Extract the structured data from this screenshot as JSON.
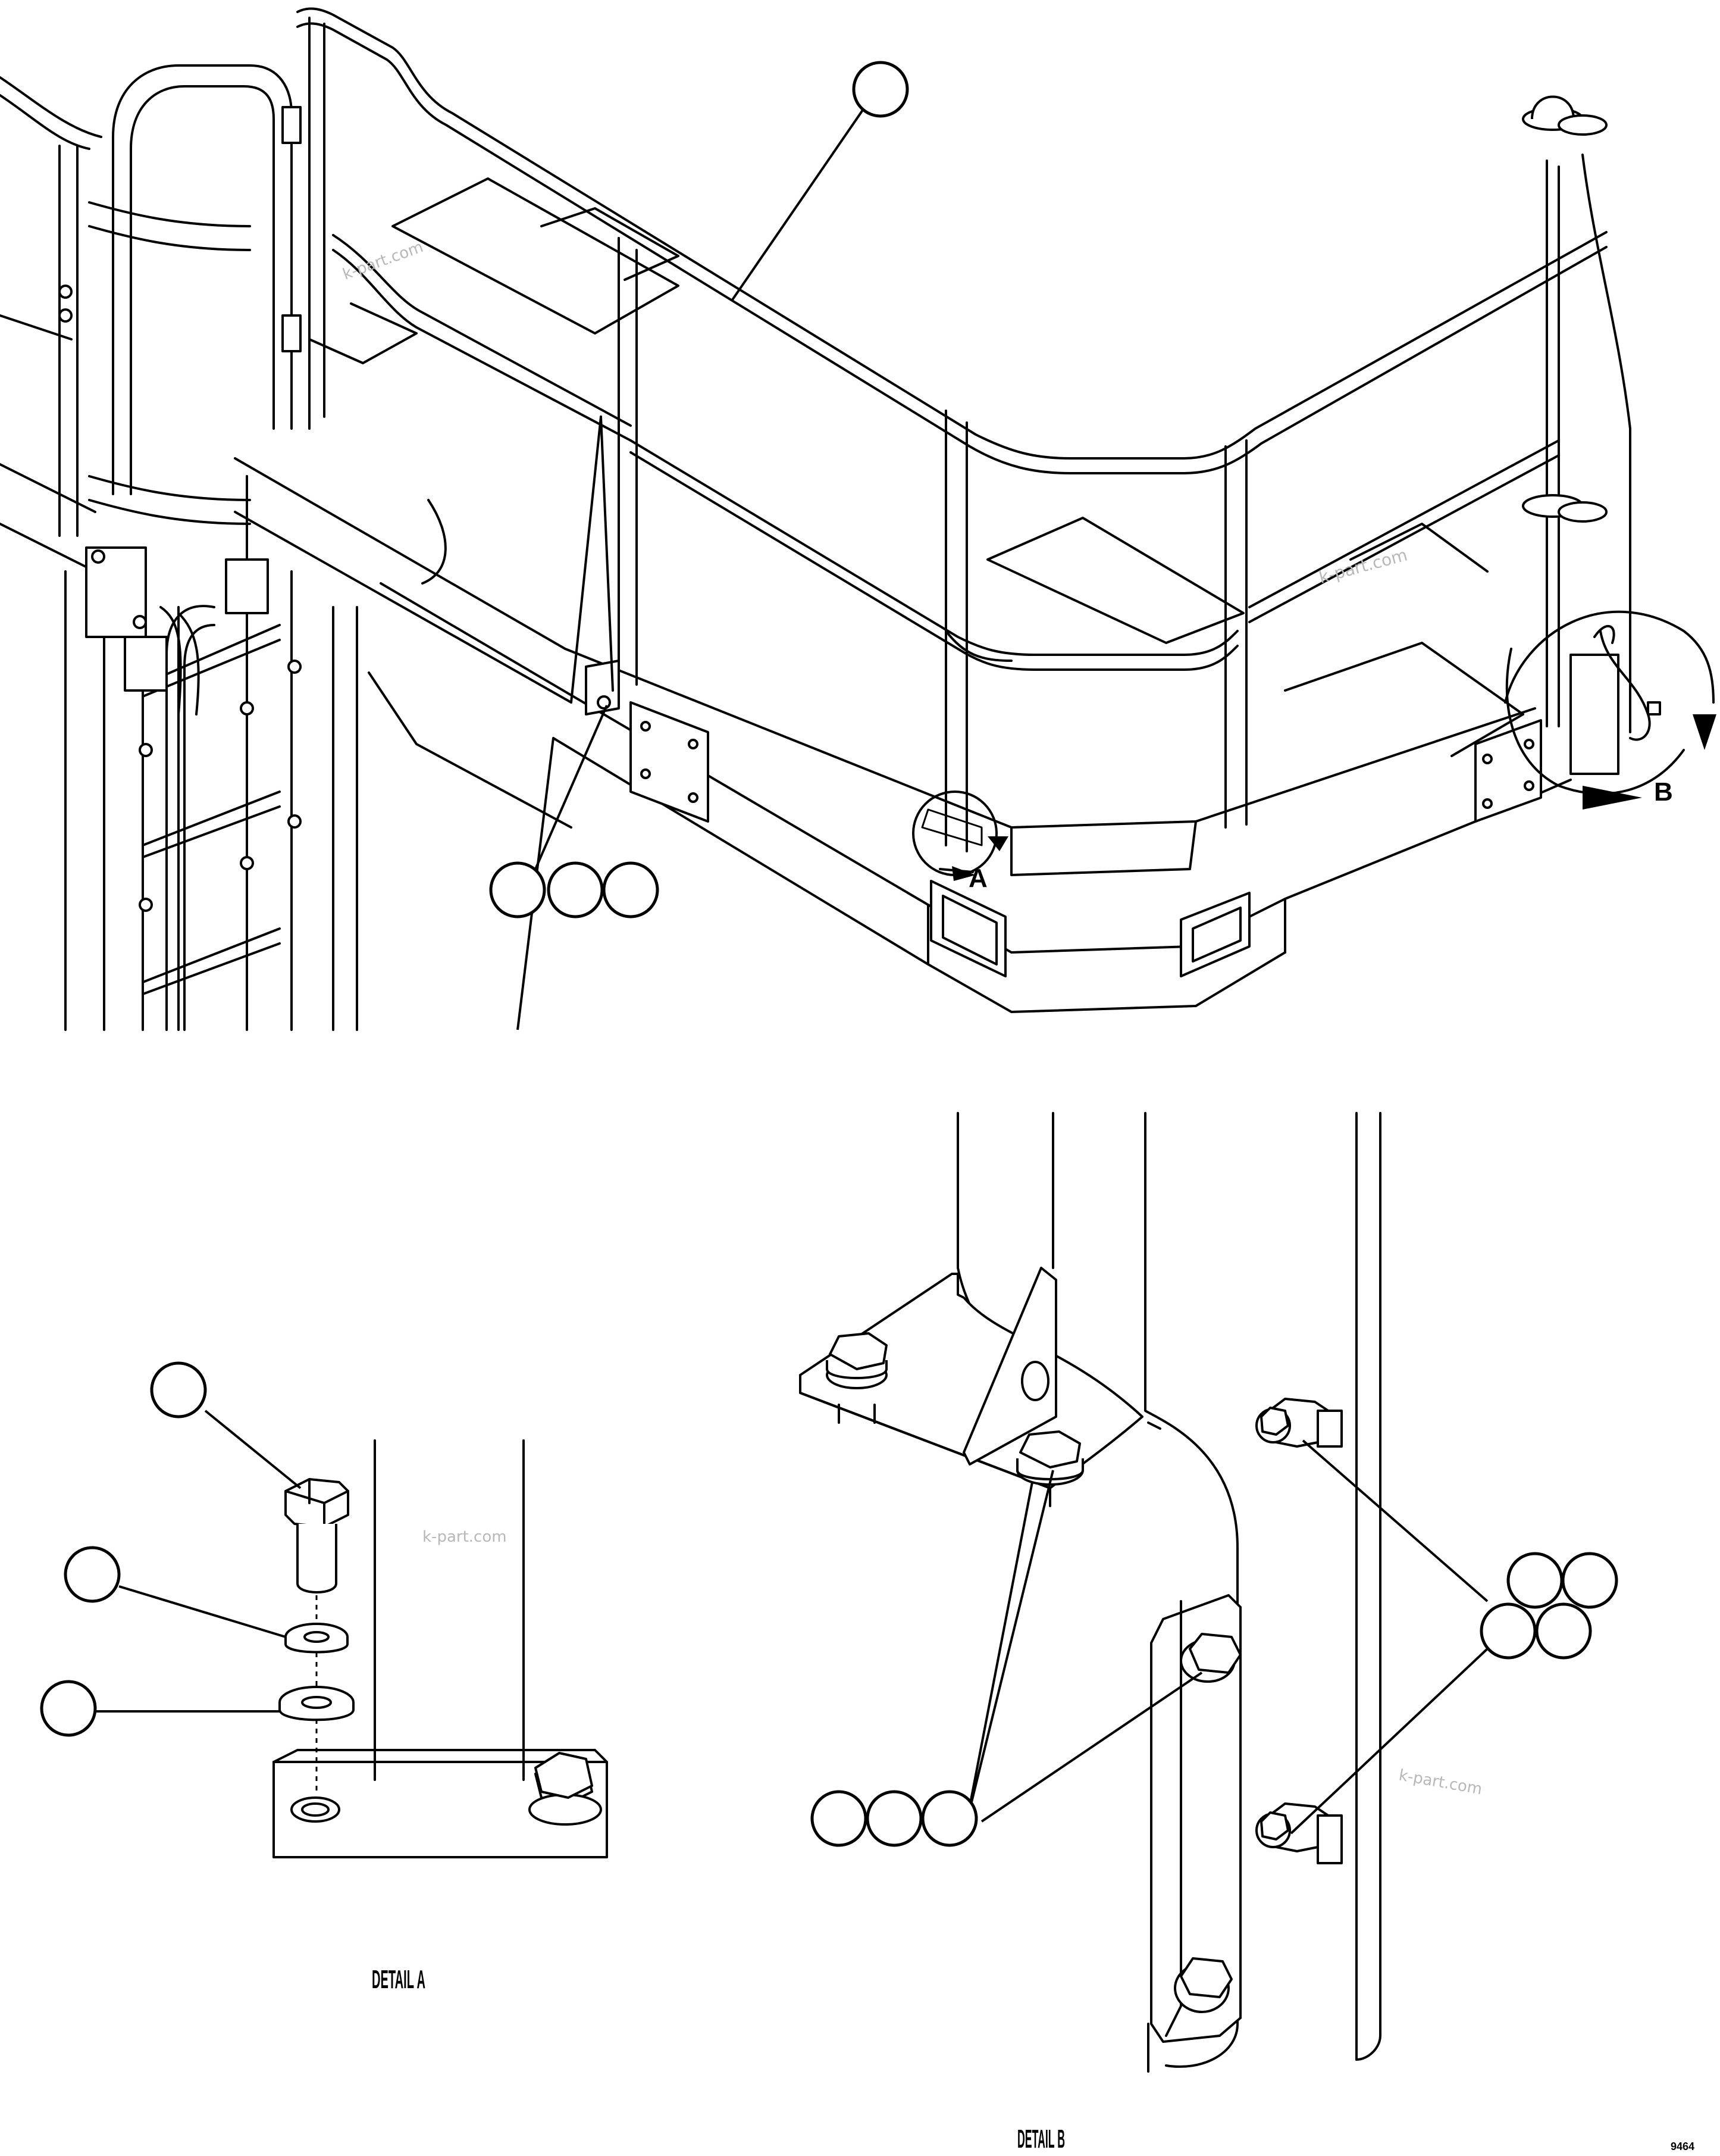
{
  "labels": {
    "detail_a_marker": "A",
    "detail_b_marker": "B",
    "detail_a_caption": "DETAIL A",
    "detail_b_caption": "DETAIL B",
    "drawing_code": "9464"
  },
  "watermark": {
    "text": "k-part.com",
    "color": "#b8b8b8"
  },
  "callouts": [
    {
      "id": "platform-rail"
    },
    {
      "id": "rail-mount-1"
    },
    {
      "id": "rail-mount-2"
    },
    {
      "id": "rail-mount-3"
    },
    {
      "id": "detail-a-bolt"
    },
    {
      "id": "detail-a-lockwasher"
    },
    {
      "id": "detail-a-flatwasher"
    },
    {
      "id": "detail-b-bolt-1"
    },
    {
      "id": "detail-b-bolt-2"
    },
    {
      "id": "detail-b-bolt-3"
    },
    {
      "id": "detail-b-clamp-1"
    },
    {
      "id": "detail-b-clamp-2"
    },
    {
      "id": "detail-b-clamp-3"
    },
    {
      "id": "detail-b-clamp-4"
    }
  ]
}
